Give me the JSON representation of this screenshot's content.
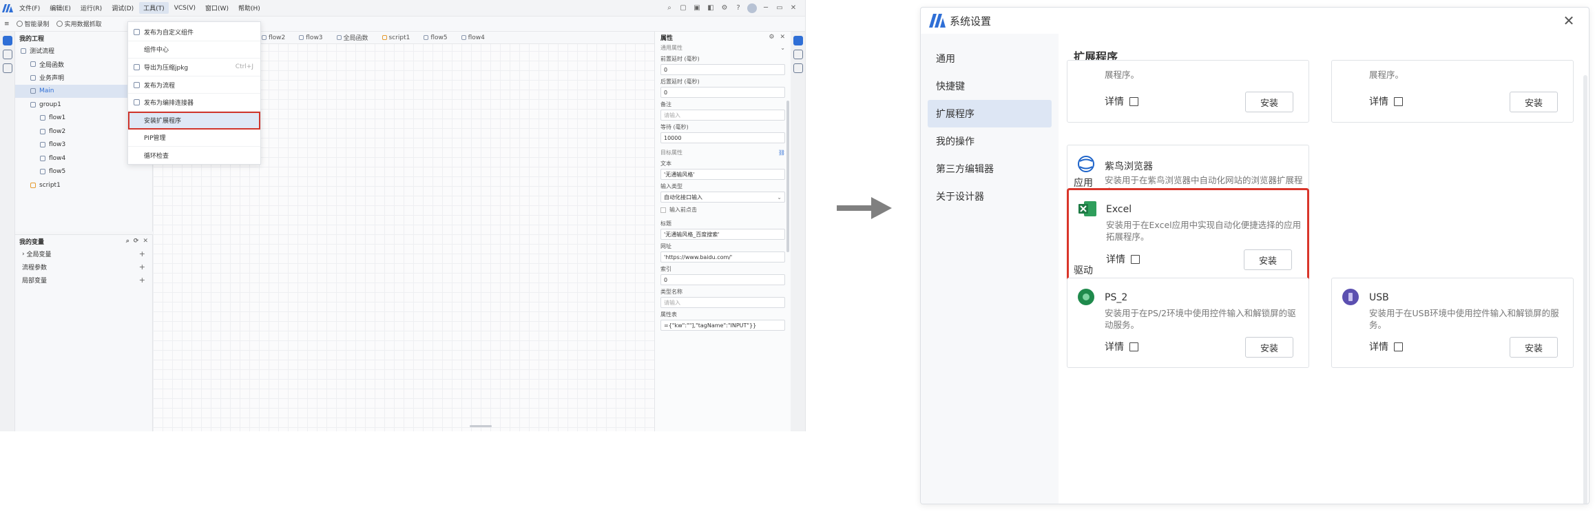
{
  "ide": {
    "menu": [
      "文件(F)",
      "编辑(E)",
      "运行(R)",
      "调试(D)",
      "工具(T)",
      "VCS(V)",
      "窗口(W)",
      "帮助(H)"
    ],
    "toolbar": [
      "智能录制",
      "实用数据抓取"
    ],
    "tree": {
      "title": "我的工程",
      "items": [
        {
          "label": "测试流程",
          "level": 0,
          "icon": "folder"
        },
        {
          "label": "全局函数",
          "level": 1,
          "icon": "file"
        },
        {
          "label": "业务声明",
          "level": 1,
          "icon": "file"
        },
        {
          "label": "Main",
          "level": 1,
          "icon": "file",
          "selected": true
        },
        {
          "label": "group1",
          "level": 1,
          "icon": "folder"
        },
        {
          "label": "flow1",
          "level": 2,
          "icon": "flow"
        },
        {
          "label": "flow2",
          "level": 2,
          "icon": "flow"
        },
        {
          "label": "flow3",
          "level": 2,
          "icon": "flow"
        },
        {
          "label": "flow4",
          "level": 2,
          "icon": "flow"
        },
        {
          "label": "flow5",
          "level": 2,
          "icon": "flow"
        },
        {
          "label": "script1",
          "level": 1,
          "icon": "script"
        }
      ]
    },
    "variables": {
      "title": "我的变量",
      "items": [
        "全局变量",
        "流程参数",
        "局部变量"
      ]
    },
    "tabs": [
      "flow2",
      "flow3",
      "全局函数",
      "script1",
      "flow5",
      "flow4"
    ],
    "tools_menu": [
      {
        "label": "发布为自定义组件",
        "shortcut": ""
      },
      {
        "label": "组件中心",
        "shortcut": ""
      },
      {
        "label": "导出为压缩jpkg",
        "shortcut": "Ctrl+J"
      },
      {
        "label": "发布为流程",
        "shortcut": ""
      },
      {
        "label": "发布为编排连接器",
        "shortcut": ""
      },
      {
        "label": "安装扩展程序",
        "shortcut": "",
        "highlight": true
      },
      {
        "label": "PIP管理",
        "shortcut": ""
      },
      {
        "label": "循环检查",
        "shortcut": ""
      }
    ],
    "properties": {
      "title": "属性",
      "general_section": "通用属性",
      "target_section": "目标属性",
      "fields": [
        {
          "label": "前置延时 (毫秒)",
          "value": "0"
        },
        {
          "label": "后置延时 (毫秒)",
          "value": "0"
        },
        {
          "label": "备注",
          "value": "",
          "placeholder": "请输入"
        },
        {
          "label": "等待 (毫秒)",
          "value": "10000"
        }
      ],
      "target_fields": [
        {
          "label": "文本",
          "value": "'无通输风格'"
        },
        {
          "label": "输入类型",
          "value": "自动化接口输入"
        }
      ],
      "checkbox_label": "输入前点击",
      "more_fields": [
        {
          "label": "标题",
          "value": "'无通输风格_百度搜索'"
        },
        {
          "label": "网址",
          "value": "'https://www.baidu.com/'"
        },
        {
          "label": "索引",
          "value": "0"
        },
        {
          "label": "类型名称",
          "value": "",
          "placeholder": "请输入"
        },
        {
          "label": "属性表",
          "value": "={\"kw\":\"\"],\"tagName\":\"INPUT\"}}"
        }
      ]
    }
  },
  "dialog": {
    "title": "系统设置",
    "nav": [
      "通用",
      "快捷键",
      "扩展程序",
      "我的操作",
      "第三方编辑器",
      "关于设计器"
    ],
    "active_nav": "扩展程序",
    "main_title": "扩展程序",
    "detail_label": "详情",
    "install_label": "安装",
    "top_cards": [
      {
        "desc": "展程序。"
      },
      {
        "desc": "展程序。"
      }
    ],
    "browser_card": {
      "name": "紫鸟浏览器",
      "desc": "安装用于在紫鸟浏览器中自动化网站的浏览器扩展程序。"
    },
    "app_category": "应用",
    "excel_card": {
      "name": "Excel",
      "desc": "安装用于在Excel应用中实现自动化便捷选择的应用拓展程序。"
    },
    "driver_category": "驱动",
    "driver_cards": [
      {
        "name": "PS_2",
        "desc": "安装用于在PS/2环境中使用控件输入和解锁屏的驱动服务。"
      },
      {
        "name": "USB",
        "desc": "安装用于在USB环境中使用控件输入和解锁屏的服务。"
      }
    ]
  },
  "colors": {
    "accent": "#2f6fd6",
    "highlight_red": "#d9352a",
    "excel_green": "#1d7a44",
    "ps2_green": "#1f8a4c",
    "usb_purple": "#5b4fb0",
    "arrow_gray": "#808080"
  }
}
